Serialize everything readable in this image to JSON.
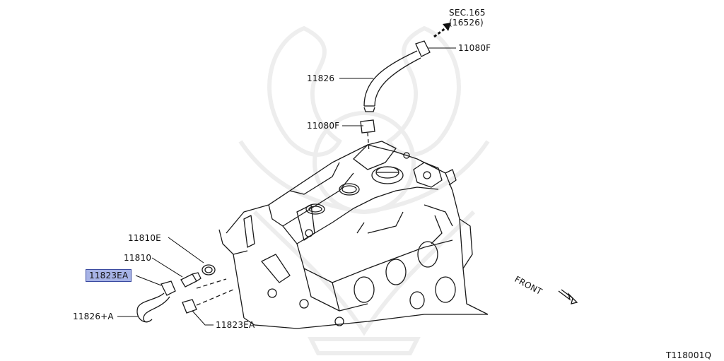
{
  "diagram": {
    "ref_sec_line1": "SEC.165",
    "ref_sec_line2": "(16526)",
    "callouts": {
      "clamp_top": "11080F",
      "hose_top": "11826",
      "clamp_mid": "11080F",
      "grommet": "11810E",
      "valve": "11810",
      "clamp_highlight": "11823EA",
      "hose_bottom": "11826+A",
      "clamp_bottom": "11823EA"
    },
    "front_label": "FRONT",
    "figure_code": "T118001Q",
    "highlight_color": "#a7b3e6"
  }
}
